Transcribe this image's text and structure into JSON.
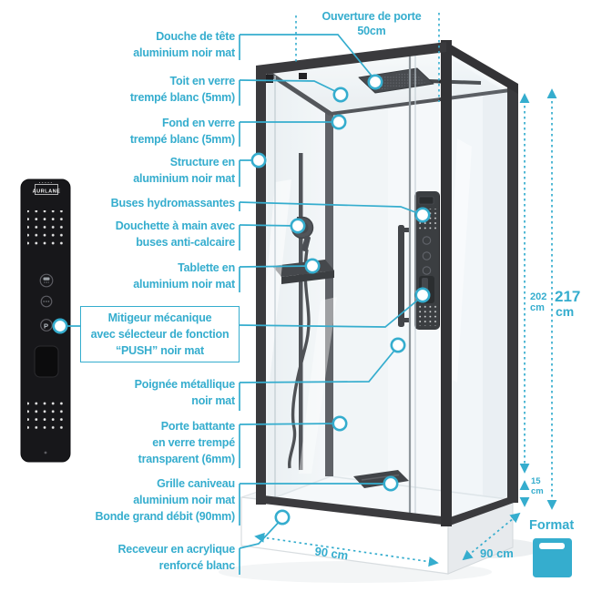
{
  "door_opening": {
    "line1": "Ouverture de porte",
    "line2": "50cm"
  },
  "callouts": [
    {
      "id": "douche-de-tete",
      "lines": [
        "Douche de tête",
        "aluminium noir mat"
      ]
    },
    {
      "id": "toit",
      "lines": [
        "Toit en verre",
        "trempé blanc (5mm)"
      ]
    },
    {
      "id": "fond",
      "lines": [
        "Fond en verre",
        "trempé blanc (5mm)"
      ]
    },
    {
      "id": "structure",
      "lines": [
        "Structure en",
        "aluminium noir mat"
      ]
    },
    {
      "id": "buses",
      "lines": [
        "Buses hydromassantes"
      ]
    },
    {
      "id": "douchette",
      "lines": [
        "Douchette à main avec",
        "buses anti-calcaire"
      ]
    },
    {
      "id": "tablette",
      "lines": [
        "Tablette en",
        "aluminium noir mat"
      ]
    },
    {
      "id": "poignee",
      "lines": [
        "Poignée métallique",
        "noir mat"
      ]
    },
    {
      "id": "porte",
      "lines": [
        "Porte battante",
        "en verre trempé",
        "transparent (6mm)"
      ]
    },
    {
      "id": "grille",
      "lines": [
        "Grille caniveau",
        "aluminium noir mat",
        "Bonde grand débit (90mm)"
      ]
    },
    {
      "id": "receveur",
      "lines": [
        "Receveur en acrylique",
        "renforcé blanc"
      ]
    }
  ],
  "mixer_box": {
    "lines": [
      "Mitigeur mécanique",
      "avec sélecteur de fonction",
      "“PUSH” noir mat"
    ]
  },
  "dimensions": {
    "height_inner": "202",
    "height_inner_unit": "cm",
    "height_total": "217",
    "height_total_unit": "cm",
    "tray_height": "15",
    "tray_height_unit": "cm",
    "width_front": "90 cm",
    "width_side": "90 cm"
  },
  "format_label": "Format",
  "brand": "AURLANE",
  "colors": {
    "accent": "#35ADCE",
    "frame": "#3A3A3E",
    "panel": "#17171A"
  }
}
